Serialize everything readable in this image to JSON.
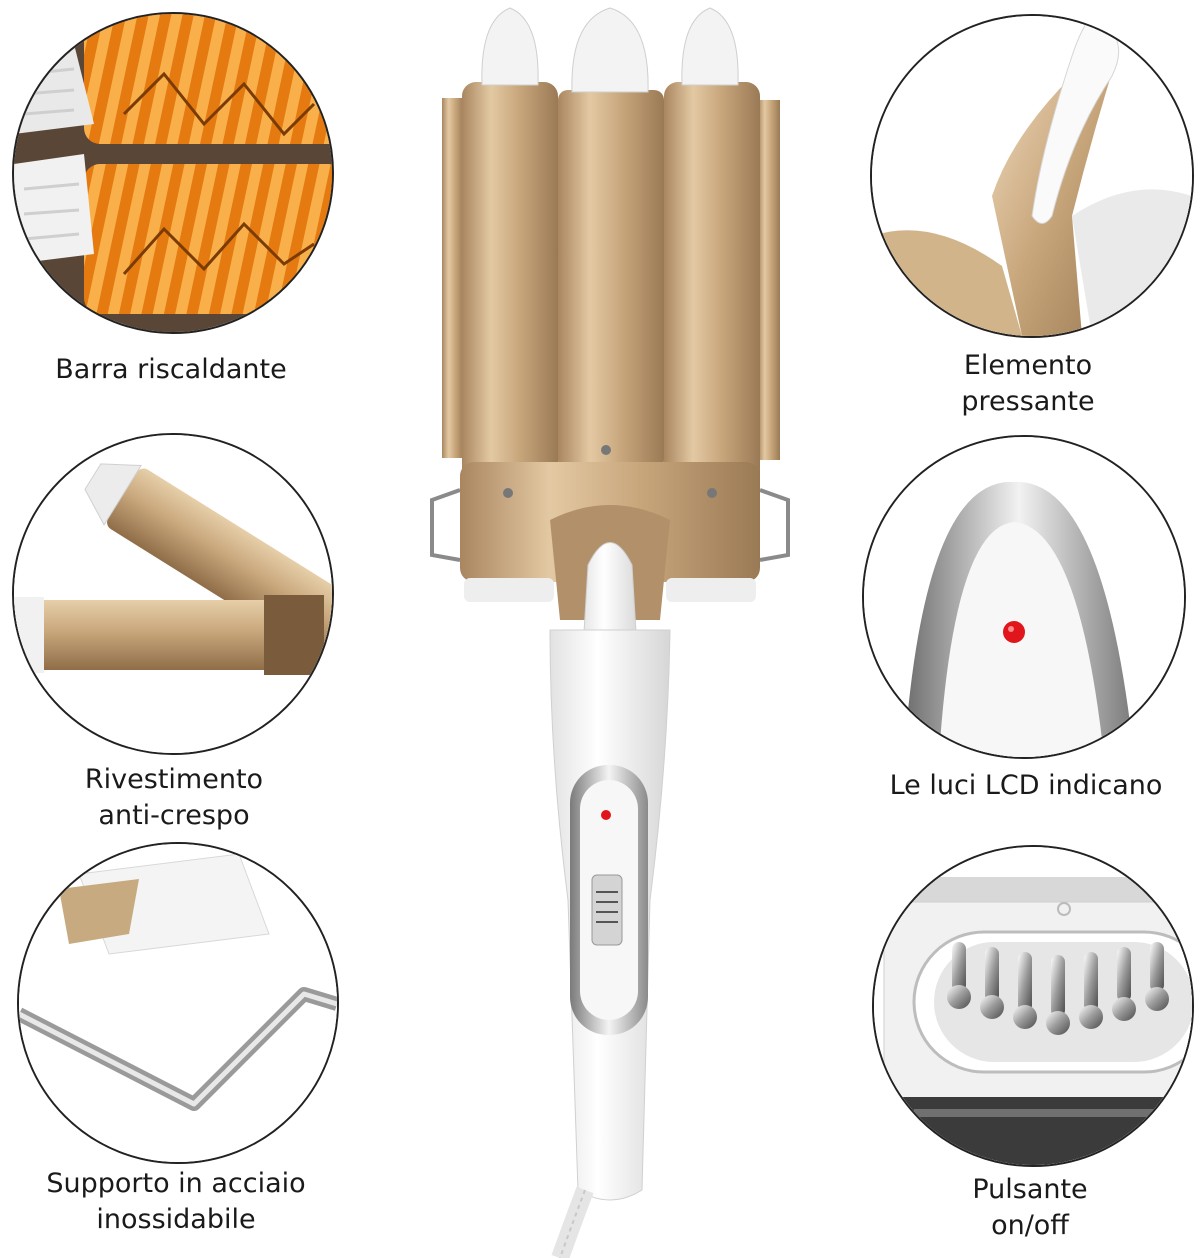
{
  "features": {
    "heating_bar": "Barra riscaldante",
    "pressing_element": {
      "line1": "Elemento",
      "line2": "pressante"
    },
    "anti_frizz": {
      "line1": "Rivestimento",
      "line2": "anti-crespo"
    },
    "lcd_lights": "Le luci LCD indicano",
    "steel_stand": {
      "line1": "Supporto in acciaio",
      "line2": "inossidabile"
    },
    "power_button": {
      "line1": "Pulsante",
      "line2": "on/off"
    }
  },
  "colors": {
    "gold": "#c9a77c",
    "gold_dark": "#9d7b55",
    "heating_orange": "#f08a1c",
    "led_red": "#e0161c",
    "outline": "#222222"
  }
}
